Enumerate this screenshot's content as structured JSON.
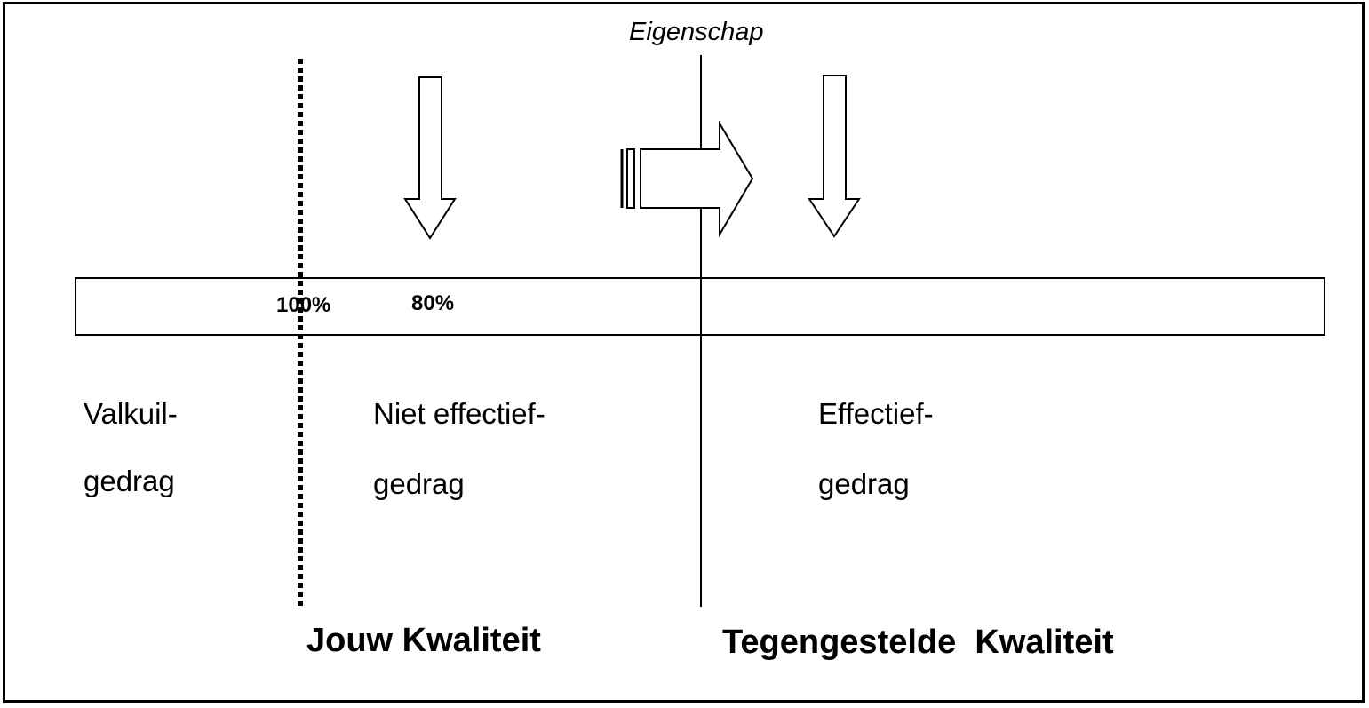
{
  "eigenschap_label": "Eigenschap",
  "scale": {
    "marker_100": "100%",
    "marker_80": "80%"
  },
  "zones": {
    "valkuil_line1": "Valkuil-",
    "valkuil_line2": "gedrag",
    "niet_effectief_line1": "Niet effectief-",
    "niet_effectief_line2": "gedrag",
    "effectief_line1": "Effectief-",
    "effectief_line2": "gedrag"
  },
  "headings": {
    "jouw_kwaliteit": "Jouw Kwaliteit",
    "tegengestelde_kwaliteit": "Tegengestelde  Kwaliteit"
  }
}
